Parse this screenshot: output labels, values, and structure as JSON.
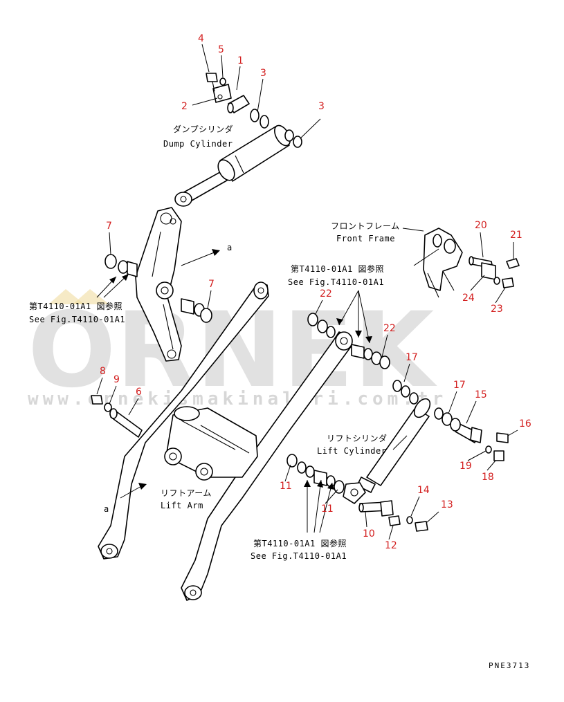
{
  "watermark": {
    "brand": "ORNEK",
    "url": "www.ornekismakinalari.com.tr"
  },
  "callouts": {
    "dump_cylinder": {
      "jp": "ダンプシリンダ",
      "en": "Dump Cylinder"
    },
    "front_frame": {
      "jp": "フロントフレーム",
      "en": "Front Frame"
    },
    "lift_cylinder": {
      "jp": "リフトシリンダ",
      "en": "Lift Cylinder"
    },
    "lift_arm": {
      "jp": "リフトアーム",
      "en": "Lift Arm"
    },
    "ref_jp": "第T4110-01A1 図参照",
    "ref_en": "See Fig.T4110-01A1"
  },
  "view_marker": "a",
  "drawing_code": "PNE3713",
  "part_numbers": [
    "1",
    "2",
    "3",
    "3",
    "4",
    "5",
    "6",
    "7",
    "7",
    "8",
    "9",
    "10",
    "11",
    "11",
    "12",
    "13",
    "14",
    "15",
    "16",
    "17",
    "17",
    "18",
    "19",
    "20",
    "21",
    "22",
    "22",
    "23",
    "24"
  ]
}
